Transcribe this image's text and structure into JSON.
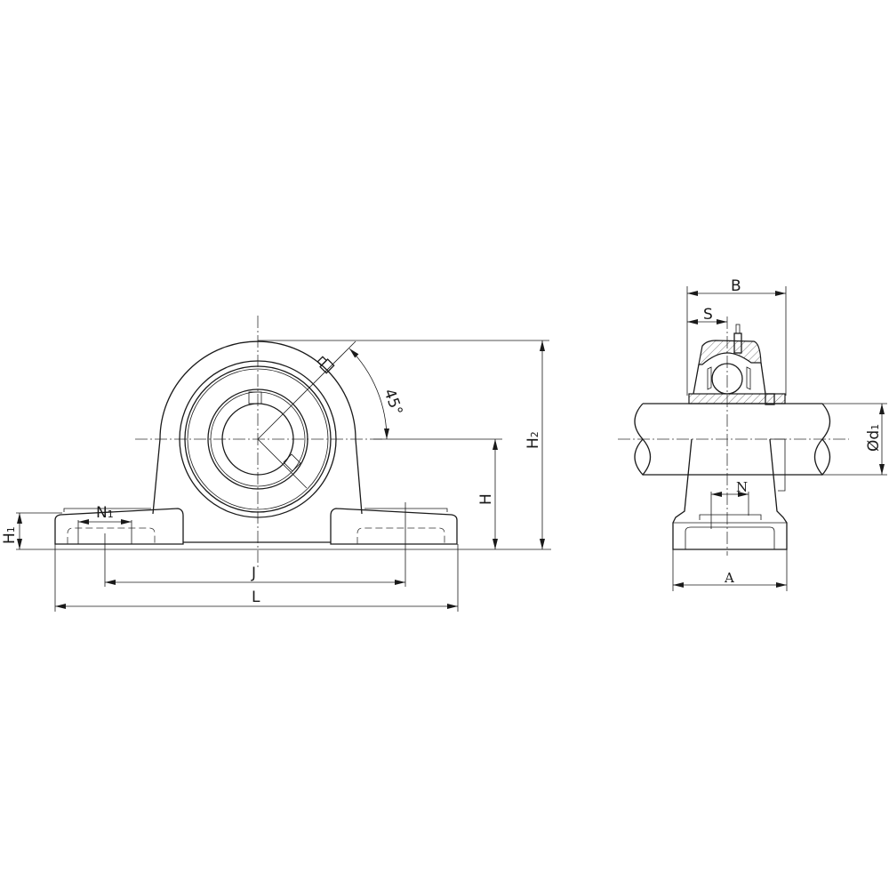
{
  "front_view": {
    "angle_label": "45°",
    "dims": {
      "H": "H",
      "H1": "H",
      "H1_sub": "1",
      "H2": "H",
      "H2_sub": "2",
      "N1": "N",
      "N1_sub": "1",
      "J": "J",
      "L": "L"
    }
  },
  "side_view": {
    "dims": {
      "B": "B",
      "S": "S",
      "N": "N",
      "A": "A",
      "d1": "Ød",
      "d1_sub": "1"
    }
  },
  "colors": {
    "line": "#1a1a1a",
    "background": "#ffffff"
  }
}
